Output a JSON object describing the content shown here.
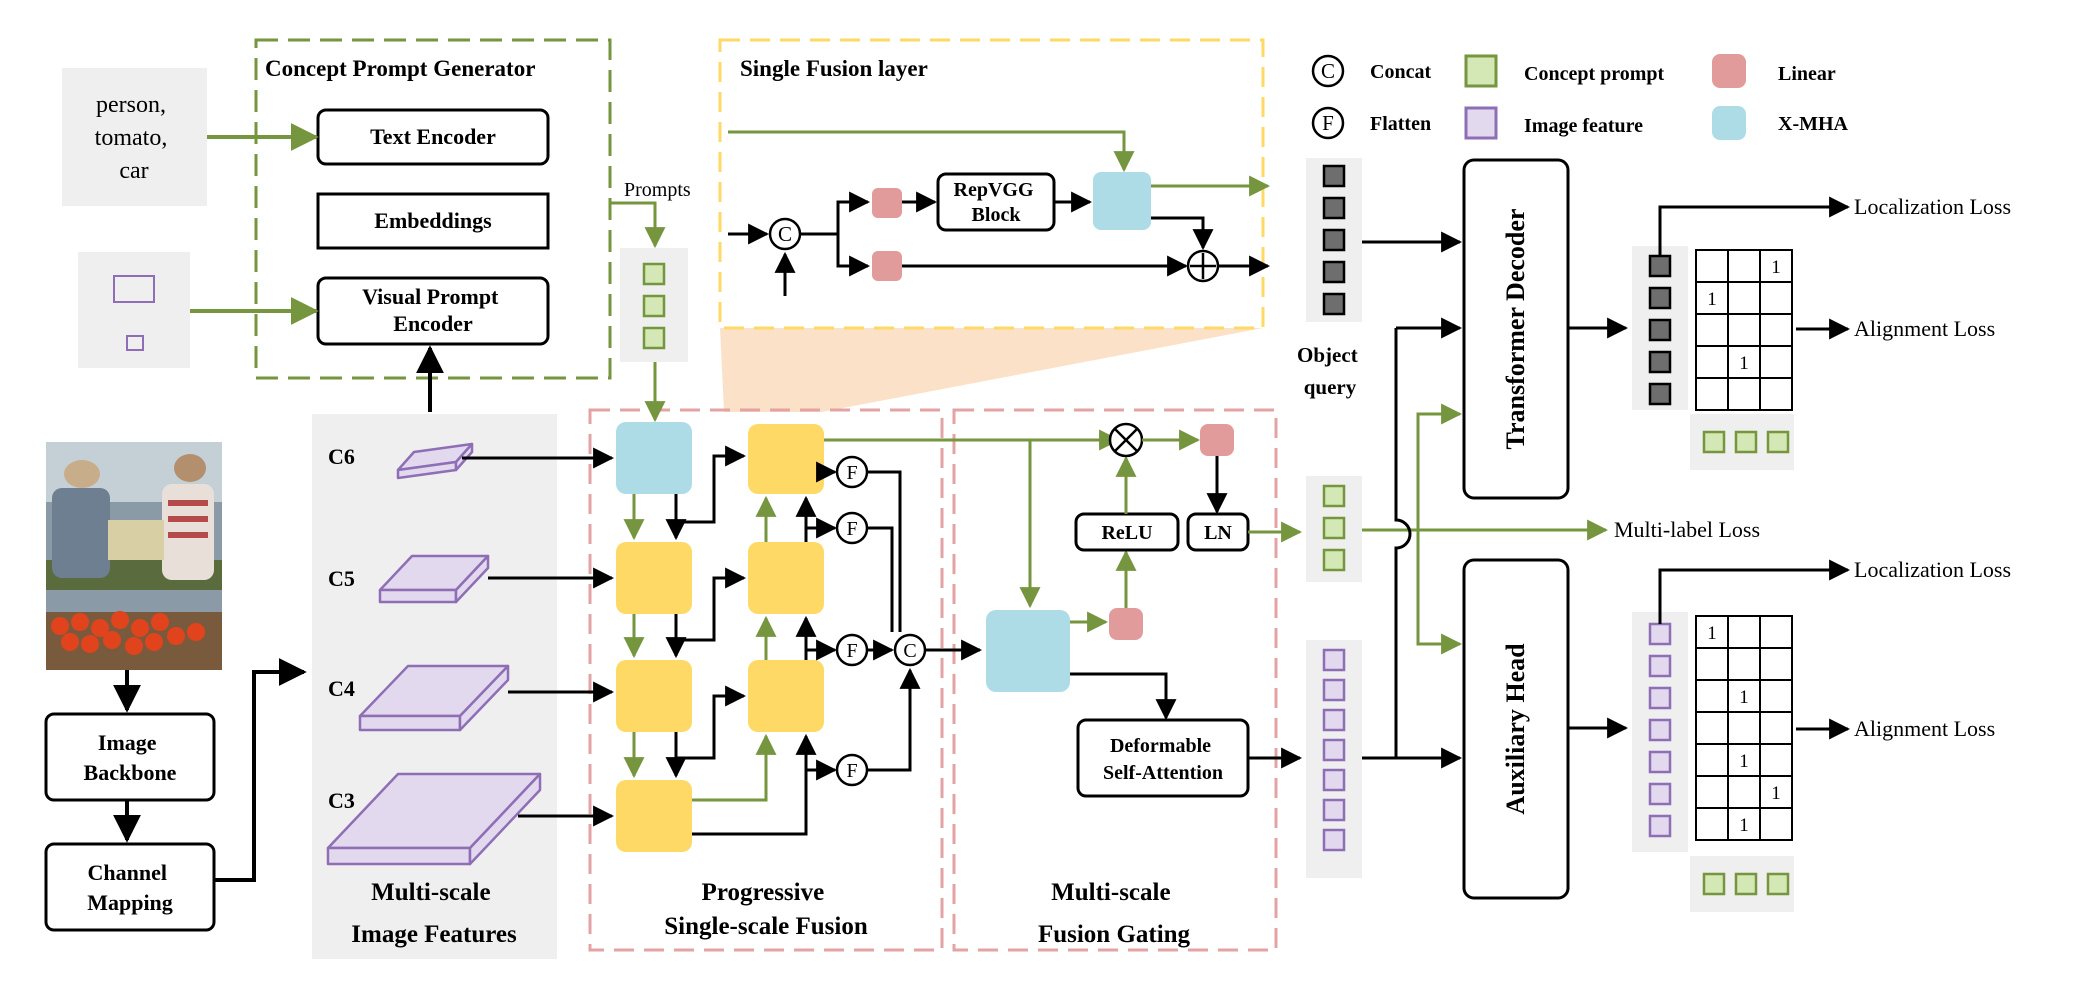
{
  "colors": {
    "green": "#76953f",
    "green_fill": "#d4e8b5",
    "purple": "#8e6fb5",
    "purple_fill": "#e3d9ee",
    "yellow": "#ffd966",
    "blue": "#addce7",
    "red": "#e29b9b",
    "gray_panel": "#efefef",
    "dark_query": "#6e6e6e",
    "red_dash": "#e3a3a3",
    "yellow_dash": "#ffd966",
    "peach": "#fbdcc0"
  },
  "legend": {
    "concat_symbol": "C",
    "concat": "Concat",
    "flatten_symbol": "F",
    "flatten": "Flatten",
    "concept_prompt": "Concept prompt",
    "image_feature": "Image feature",
    "linear": "Linear",
    "xmha": "X-MHA"
  },
  "text_input": [
    "person,",
    "tomato,",
    "car"
  ],
  "concept_prompt_generator": {
    "title": "Concept Prompt Generator",
    "text_encoder": "Text Encoder",
    "embeddings": "Embeddings",
    "visual_prompt_encoder": [
      "Visual Prompt",
      "Encoder"
    ]
  },
  "prompts_label": "Prompts",
  "single_fusion": {
    "title": "Single Fusion layer",
    "repvgg": [
      "RepVGG",
      "Block"
    ],
    "concat_symbol": "C"
  },
  "backbone": {
    "image_backbone": [
      "Image",
      "Backbone"
    ],
    "channel_mapping": [
      "Channel",
      "Mapping"
    ]
  },
  "multiscale_features": {
    "levels": [
      "C6",
      "C5",
      "C4",
      "C3"
    ],
    "caption": [
      "Multi-scale",
      "Image Features"
    ]
  },
  "progressive_fusion": {
    "caption": [
      "Progressive",
      "Single-scale Fusion"
    ],
    "flatten_symbol": "F",
    "concat_symbol": "C"
  },
  "fusion_gating": {
    "caption": [
      "Multi-scale",
      "Fusion Gating"
    ],
    "relu": "ReLU",
    "ln": "LN",
    "deformable": [
      "Deformable",
      "Self-Attention"
    ]
  },
  "object_query": [
    "Object",
    "query"
  ],
  "transformer_decoder": "Transformer Decoder",
  "auxiliary_head": "Auxiliary Head",
  "losses": {
    "localization_1": "Localization Loss",
    "alignment_1": "Alignment Loss",
    "multi_label": "Multi-label Loss",
    "localization_2": "Localization Loss",
    "alignment_2": "Alignment Loss"
  },
  "matrix_top": {
    "cells": [
      [
        "",
        "",
        "1"
      ],
      [
        "1",
        "",
        ""
      ],
      [
        "",
        "",
        ""
      ],
      [
        "",
        "1",
        ""
      ],
      [
        "",
        "",
        ""
      ]
    ]
  },
  "matrix_bottom": {
    "cells": [
      [
        "1",
        "",
        ""
      ],
      [
        "",
        "",
        ""
      ],
      [
        "",
        "1",
        ""
      ],
      [
        "",
        "",
        ""
      ],
      [
        "",
        "1",
        ""
      ],
      [
        "",
        "",
        "1"
      ],
      [
        "",
        "1",
        ""
      ]
    ]
  }
}
